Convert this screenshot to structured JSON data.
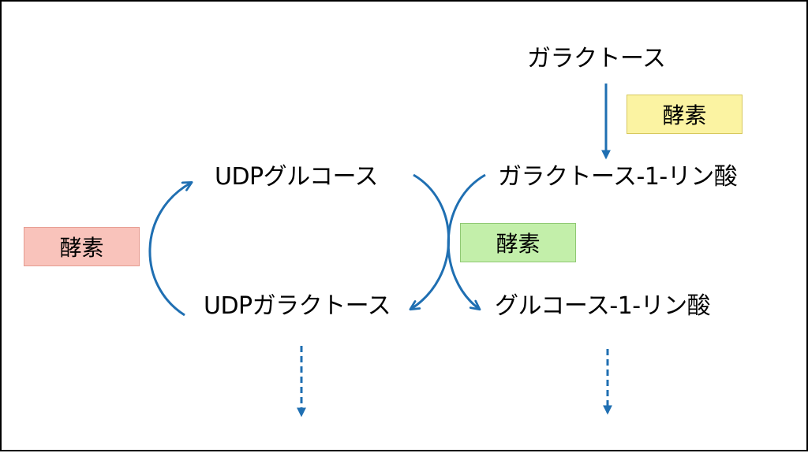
{
  "nodes": {
    "galactose": "ガラクトース",
    "galactose_1_phosphate": "ガラクトース-1-リン酸",
    "udp_glucose": "UDPグルコース",
    "udp_galactose": "UDPガラクトース",
    "glucose_1_phosphate": "グルコース-1-リン酸"
  },
  "enzymes": {
    "top": {
      "label": "酵素",
      "fill": "#fbf3a2",
      "border": "#d7c85e"
    },
    "middle": {
      "label": "酵素",
      "fill": "#c3efaa",
      "border": "#8fc873"
    },
    "left": {
      "label": "酵素",
      "fill": "#f9c3bb",
      "border": "#e59b90"
    }
  },
  "colors": {
    "arrow": "#1f6fb2"
  }
}
